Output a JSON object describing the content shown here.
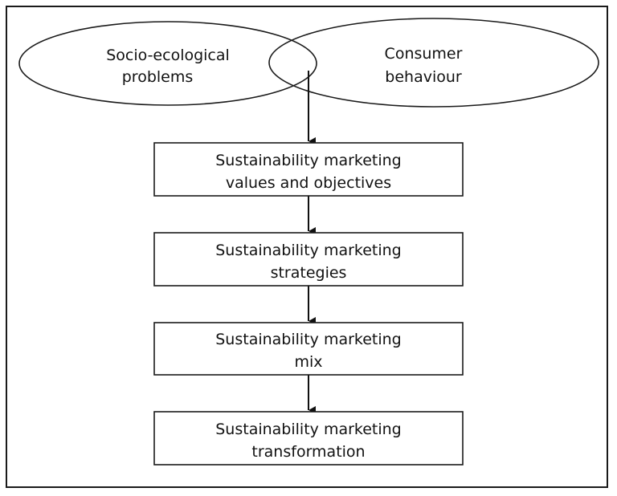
{
  "diagram": {
    "left_ellipse": {
      "line1": "Socio-ecological",
      "line2": "problems"
    },
    "right_ellipse": {
      "line1": "Consumer",
      "line2": "behaviour"
    },
    "steps": [
      {
        "line1": "Sustainability marketing",
        "line2": "values and objectives"
      },
      {
        "line1": "Sustainability marketing",
        "line2": "strategies"
      },
      {
        "line1": "Sustainability marketing",
        "line2": "mix"
      },
      {
        "line1": "Sustainability marketing",
        "line2": "transformation"
      }
    ]
  }
}
